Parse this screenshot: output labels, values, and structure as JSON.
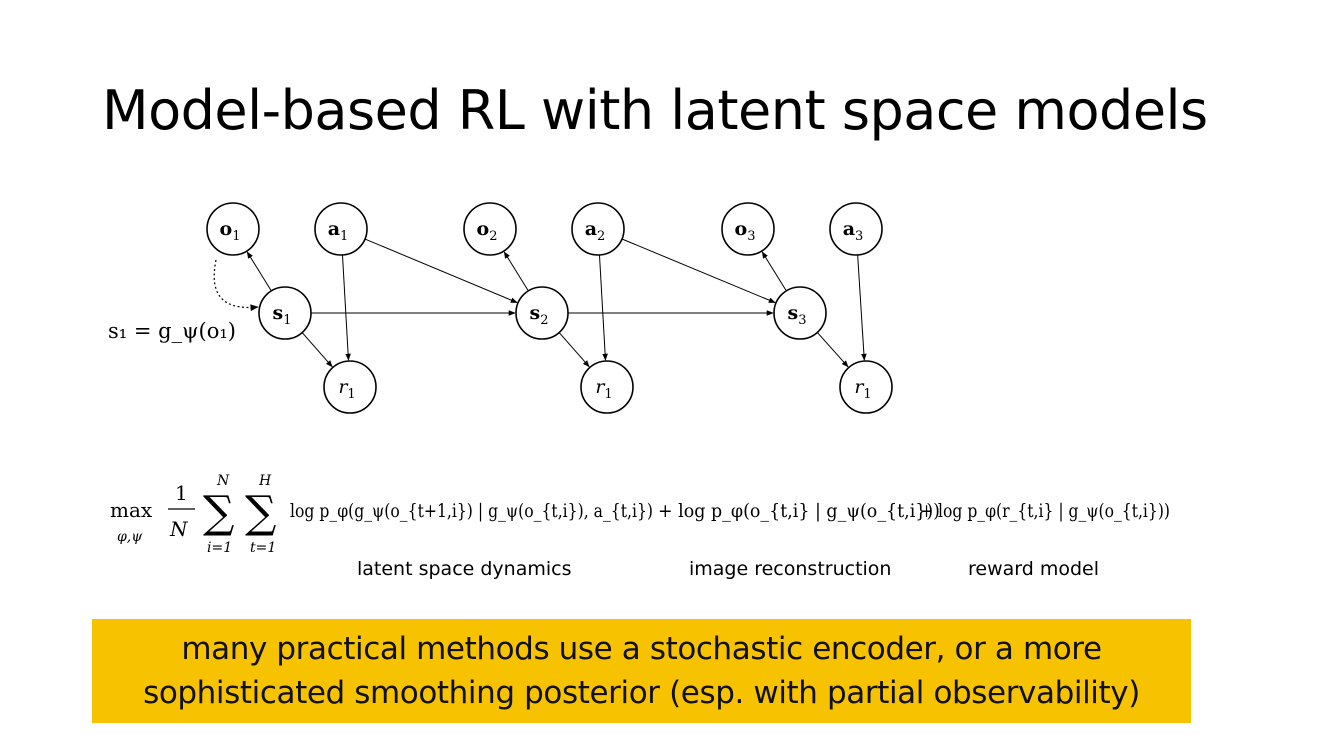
{
  "slide": {
    "title": "Model-based RL with latent space models"
  },
  "diagram": {
    "nodes": [
      {
        "id": "o1",
        "base": "o",
        "sub": "1",
        "bold": true
      },
      {
        "id": "a1",
        "base": "a",
        "sub": "1",
        "bold": true
      },
      {
        "id": "s1",
        "base": "s",
        "sub": "1",
        "bold": true
      },
      {
        "id": "r1",
        "base": "r",
        "sub": "1",
        "bold": false
      },
      {
        "id": "o2",
        "base": "o",
        "sub": "2",
        "bold": true
      },
      {
        "id": "a2",
        "base": "a",
        "sub": "2",
        "bold": true
      },
      {
        "id": "s2",
        "base": "s",
        "sub": "2",
        "bold": true
      },
      {
        "id": "r2",
        "base": "r",
        "sub": "1",
        "bold": false
      },
      {
        "id": "o3",
        "base": "o",
        "sub": "3",
        "bold": true
      },
      {
        "id": "a3",
        "base": "a",
        "sub": "3",
        "bold": true
      },
      {
        "id": "s3",
        "base": "s",
        "sub": "3",
        "bold": true
      },
      {
        "id": "r3",
        "base": "r",
        "sub": "1",
        "bold": false
      }
    ],
    "edges": [
      [
        "s1",
        "o1"
      ],
      [
        "a1",
        "r1"
      ],
      [
        "a1",
        "s2"
      ],
      [
        "s1",
        "r1"
      ],
      [
        "s1",
        "s2"
      ],
      [
        "s2",
        "o2"
      ],
      [
        "a2",
        "r2"
      ],
      [
        "a2",
        "s3"
      ],
      [
        "s2",
        "r2"
      ],
      [
        "s2",
        "s3"
      ],
      [
        "s3",
        "o3"
      ],
      [
        "a3",
        "r3"
      ],
      [
        "s3",
        "r3"
      ]
    ],
    "encoder_edge": [
      "o1",
      "s1"
    ],
    "encoder_equation": "s₁ = g_ψ(o₁)"
  },
  "objective": {
    "max_op": "max",
    "max_sub": "φ,ψ",
    "frac_num": "1",
    "frac_den": "N",
    "sum1_top": "N",
    "sum1_bottom": "i=1",
    "sum2_top": "H",
    "sum2_bottom": "t=1",
    "term_dynamics": "log p_φ(g_ψ(o_{t+1,i}) | g_ψ(o_{t,i}), a_{t,i})",
    "term_image": "+ log p_φ(o_{t,i} | g_ψ(o_{t,i}))",
    "term_reward": "+ log p_φ(r_{t,i} | g_ψ(o_{t,i}))"
  },
  "term_labels": {
    "dynamics": "latent space dynamics",
    "image": "image reconstruction",
    "reward": "reward model"
  },
  "banner": {
    "line1": "many practical methods use a stochastic encoder, or a more",
    "line2": "sophisticated smoothing posterior (esp. with partial observability)",
    "color": "#f7c200"
  }
}
